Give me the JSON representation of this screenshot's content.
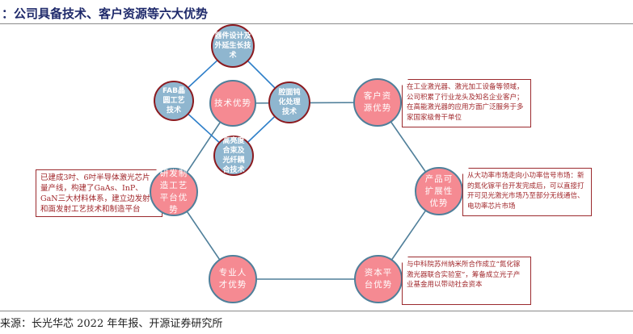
{
  "title": "：公司具备技术、客户资源等六大优势",
  "source": "来源：长光华芯 2022 年年报、开源证券研究所",
  "tech_nodes": {
    "device": "器件设计及外延生长技术",
    "fab": "FAB晶圆工艺技术",
    "facet": "腔面钝化处理技术",
    "beam": "高亮度合束及光纤耦合技术"
  },
  "advantages": {
    "tech": "技术优势",
    "customer": "客户资源优势",
    "product": "产品可扩展性优势",
    "capital": "资本平台优势",
    "talent": "专业人才优势",
    "rnd": "研发制造工艺平台优势"
  },
  "callouts": {
    "customer": "在工业激光器、激光加工设备等领域，公司积累了行业龙头及知名企业客户；在高能激光器的应用方面广泛服务于多家国家级骨干单位",
    "product": "从大功率市场走向小功率信号市场：新的氮化镓平台开发完成后，可以直接打开可见光激光市场乃至部分无线通信、电功率芯片市场",
    "capital": "与中科院苏州纳米所合作成立“氮化镓激光器联合实验室”，筹备成立光子产业基金用以带动社会资本",
    "rnd": "已建成3吋、6吋半导体激光芯片量产线，构建了GaAs、InP、GaN三大材料体系，建立边发射和面发射工艺技术和制造平台"
  },
  "colors": {
    "tech_line": "#2e7fc9",
    "hex_line": "#4f7f9a",
    "callout_text": "#a0262a"
  }
}
